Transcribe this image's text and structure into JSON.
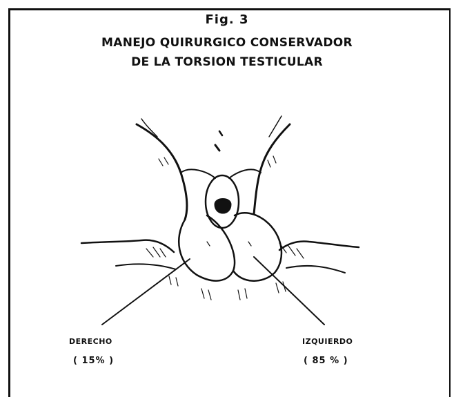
{
  "figure": {
    "label": "Fig. 3",
    "title_line1": "MANEJO QUIRURGICO CONSERVADOR",
    "title_line2": "DE LA TORSION TESTICULAR"
  },
  "labels": {
    "left_name": "DERECHO",
    "left_pct": "( 15% )",
    "right_name": "IZQUIERDO",
    "right_pct": "( 85 % )"
  },
  "colors": {
    "ink": "#111111",
    "paper": "#ffffff"
  }
}
